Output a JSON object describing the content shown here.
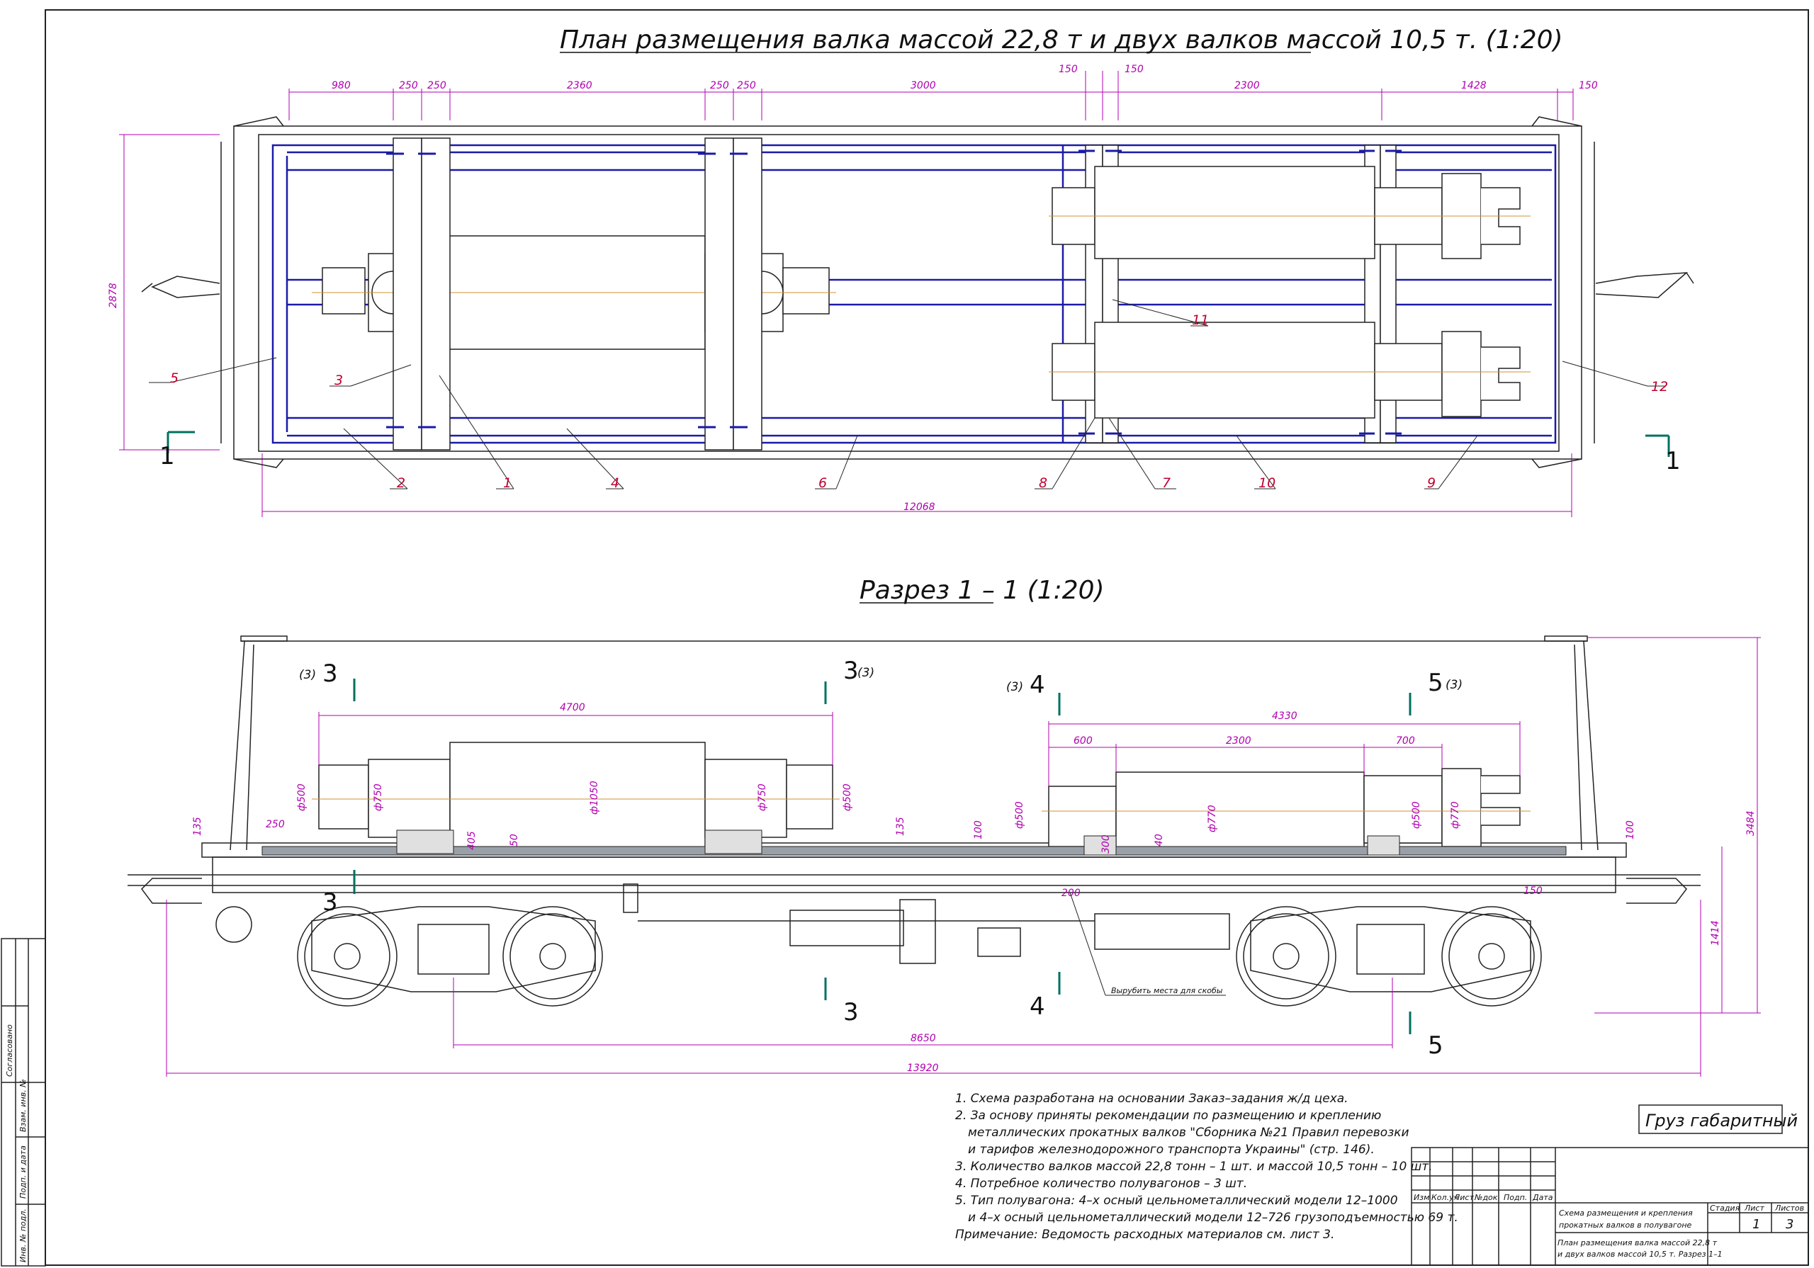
{
  "plan": {
    "title": "План размещения валка массой 22,8 т и двух валков массой 10,5 т. (1:20)",
    "dims_top": [
      "980",
      "250",
      "250",
      "2360",
      "250",
      "250",
      "3000",
      "150",
      "150",
      "2300",
      "1428",
      "150"
    ],
    "dim_width": "2878",
    "dim_total": "12068",
    "labels": [
      "1",
      "2",
      "3",
      "4",
      "5",
      "6",
      "7",
      "8",
      "9",
      "10",
      "11",
      "12"
    ],
    "section_mark": "1"
  },
  "section": {
    "title": "Разрез 1 – 1 (1:20)",
    "cut3": "3",
    "cut4": "4",
    "cut5": "5",
    "ref": "(3)",
    "dims": {
      "d4700": "4700",
      "d4330": "4330",
      "d600": "600",
      "d2300": "2300",
      "d700": "700",
      "d250": "250",
      "d135": "135",
      "d405": "405",
      "d50": "50",
      "d100": "100",
      "d300": "300",
      "d40": "40",
      "d200": "200",
      "d150": "150",
      "d8650": "8650",
      "d13920": "13920",
      "d3484": "3484",
      "d1414": "1414",
      "phi500": "ф500",
      "phi750": "ф750",
      "phi1050": "ф1050",
      "phi770": "ф770"
    },
    "weld_note": "Вырубить места для скобы"
  },
  "notes": [
    "1. Схема разработана на основании Заказ–задания ж/д цеха.",
    "2. За основу приняты рекомендации по размещению и креплению",
    "   металлических прокатных валков \"Сборника №21 Правил перевозки",
    "   и тарифов железнодорожного транспорта Украины\" (стр. 146).",
    "3. Количество валков массой 22,8 тонн – 1 шт. и массой 10,5 тонн – 10 шт.",
    "4. Потребное количество полувагонов – 3 шт.",
    "5. Тип полувагона: 4–х осный цельнометаллический модели 12–1000",
    "   и 4–х осный цельнометаллический модели 12–726 грузоподъемностью 69 т.",
    "Примечание:  Ведомость расходных материалов см. лист 3."
  ],
  "stamp": {
    "cargo": "Груз габаритный",
    "cols": [
      "Изм",
      "Кол.уч",
      "Лист",
      "№док",
      "Подп.",
      "Дата"
    ],
    "name1": "Схема размещения и крепления",
    "name2": "прокатных валков в полувагоне",
    "sub1": "План размещения валка массой 22,8 т",
    "sub2": "и двух валков массой 10,5 т. Разрез 1–1",
    "stage_h": "Стадия",
    "sheet_h": "Лист",
    "sheets_h": "Листов",
    "sheet": "1",
    "sheets": "3"
  },
  "sidebar": [
    "Согласовано",
    "Взам. инв. №",
    "Подп. и дата",
    "Инв. № подл."
  ]
}
